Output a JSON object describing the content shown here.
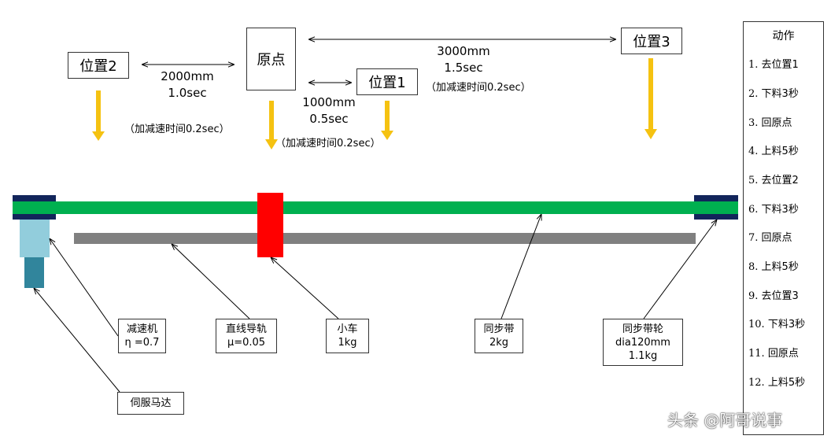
{
  "colors": {
    "rail": "#00b050",
    "guide": "#808080",
    "cart": "#ff0000",
    "pulley": "#12255b",
    "reducer": "#92cddc",
    "motor": "#31859c",
    "arrow": "#f5c211"
  },
  "positions": {
    "origin": "原点",
    "pos1": "位置1",
    "pos2": "位置2",
    "pos3": "位置3"
  },
  "distances": {
    "left": {
      "dist": "2000mm",
      "time": "1.0sec",
      "note": "（加减速时间0.2sec）"
    },
    "middle": {
      "dist": "1000mm",
      "time": "0.5sec",
      "note": "（加减速时间0.2sec）"
    },
    "right": {
      "dist": "3000mm",
      "time": "1.5sec",
      "note": "（加减速时间0.2sec）"
    }
  },
  "labels": {
    "reducer": {
      "name": "减速机",
      "spec": "η =0.7"
    },
    "guide": {
      "name": "直线导轨",
      "spec": "μ=0.05"
    },
    "cart": {
      "name": "小车",
      "spec": "1kg"
    },
    "belt": {
      "name": "同步带",
      "spec": "2kg"
    },
    "pulley": {
      "name": "同步带轮",
      "spec": "dia120mm",
      "mass": "1.1kg"
    },
    "motor": {
      "name": "伺服马达"
    }
  },
  "actions": {
    "title": "动作",
    "steps": [
      {
        "num": "1.",
        "text": "去位置1"
      },
      {
        "num": "2.",
        "text": "下料3秒"
      },
      {
        "num": "3.",
        "text": "回原点"
      },
      {
        "num": "4.",
        "text": "上料5秒"
      },
      {
        "num": "5.",
        "text": "去位置2"
      },
      {
        "num": "6.",
        "text": "下料3秒"
      },
      {
        "num": "7.",
        "text": "回原点"
      },
      {
        "num": "8.",
        "text": "上料5秒"
      },
      {
        "num": "9.",
        "text": "去位置3"
      },
      {
        "num": "10.",
        "text": "下料3秒"
      },
      {
        "num": "11.",
        "text": "回原点"
      },
      {
        "num": "12.",
        "text": "上料5秒"
      }
    ]
  },
  "watermark": "头条 @阿哥说事"
}
